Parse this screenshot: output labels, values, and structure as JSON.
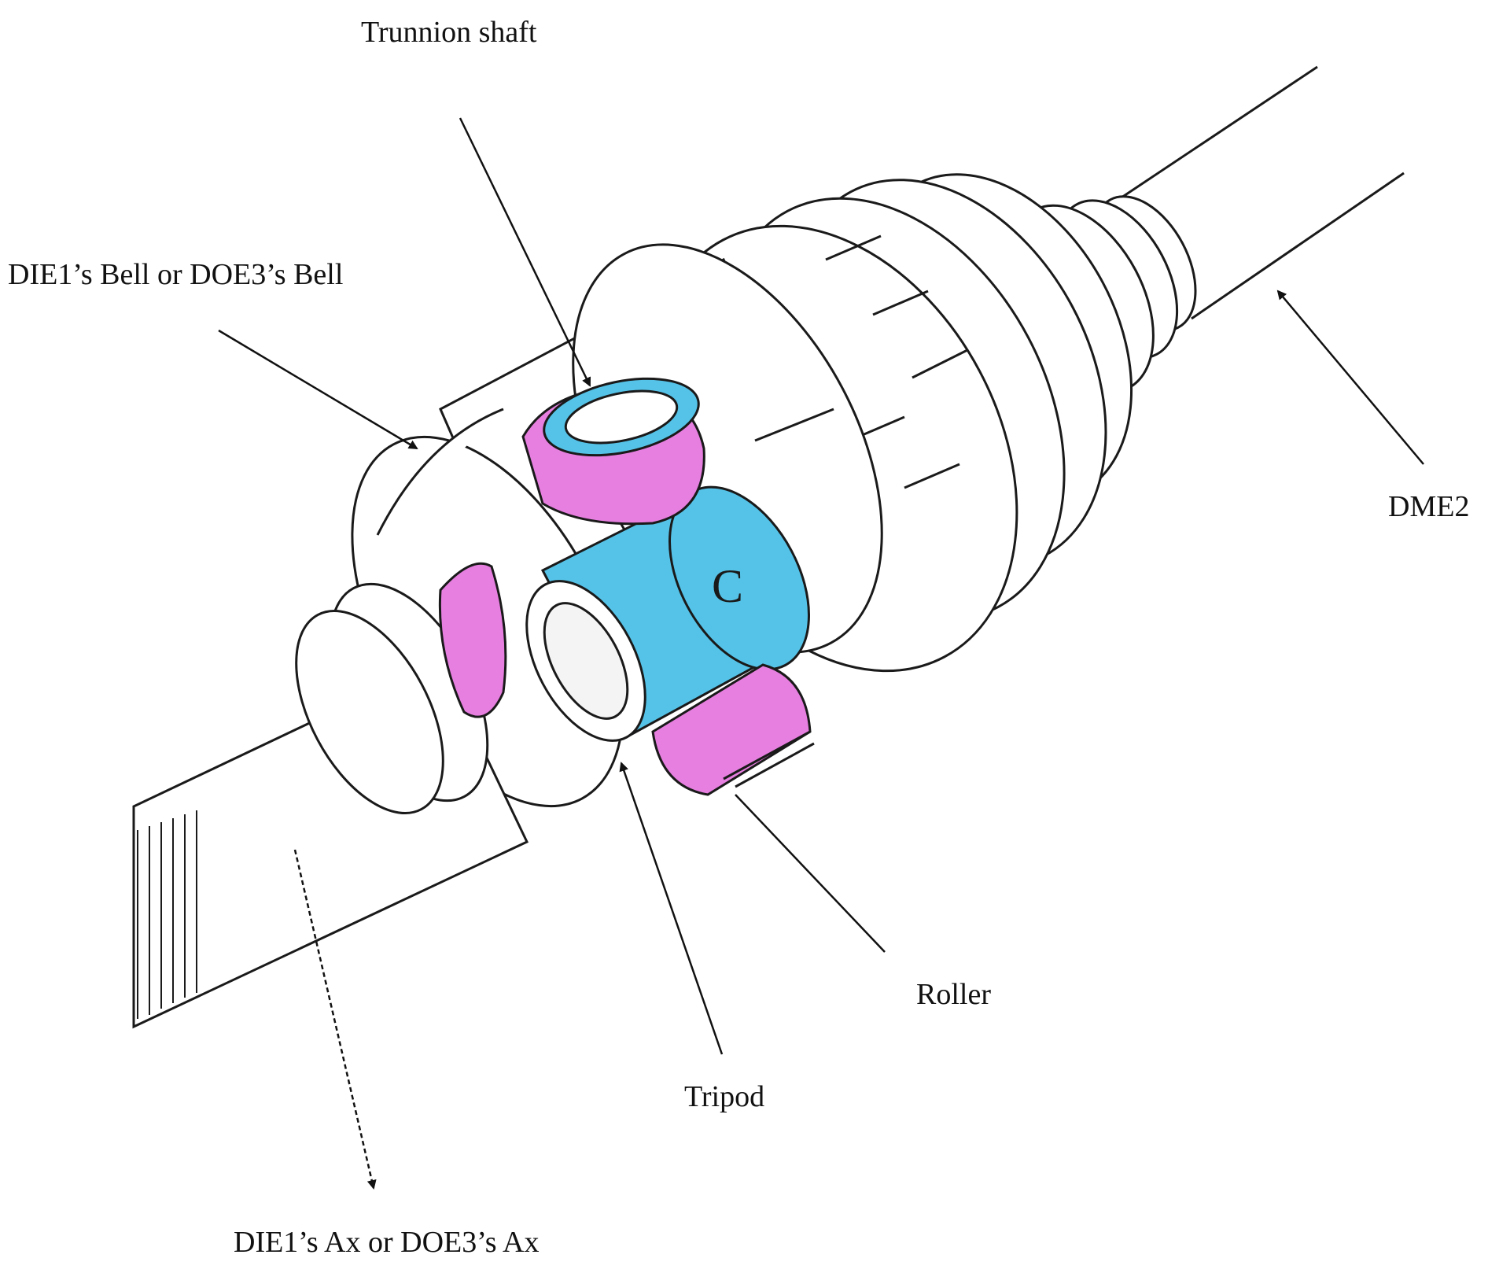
{
  "labels": {
    "trunnion_shaft": "Trunnion shaft",
    "bell": "DIE1’s Bell or  DOE3’s Bell",
    "dme2": "DME2",
    "roller": "Roller",
    "tripod": "Tripod",
    "axle": "DIE1’s Ax or  DOE3’s Ax",
    "tripod_mark": "C"
  },
  "colors": {
    "tripod": "#55c3e8",
    "roller": "#e77fe0",
    "outline": "#1a1a1a",
    "background": "#ffffff"
  }
}
